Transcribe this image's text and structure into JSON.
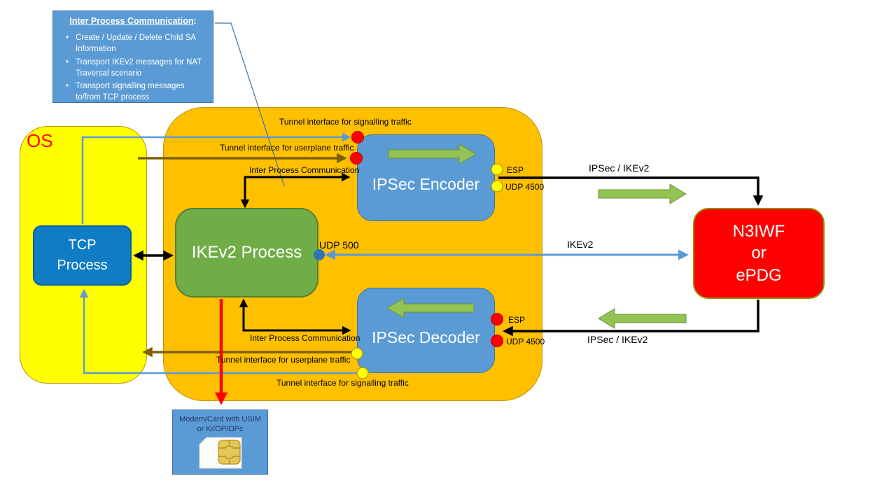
{
  "colors": {
    "orange_container": "#FFC000",
    "os_yellow": "#FFFF00",
    "panel_blue": "#5B9BD5",
    "tcp_blue": "#0F7CC4",
    "process_green": "#70AD47",
    "endpoint_red": "#FF0000",
    "flow_arrow_green": "#92C353",
    "tunnel_userplane_olive": "#7F6000",
    "tunnel_signalling_blue": "#5B9BD5",
    "connector_black": "#000000"
  },
  "callout": {
    "title": "Inter Process Communication",
    "title_colon": ":",
    "bullets": [
      "Create / Update / Delete  Child SA Information",
      "Transport IKEv2 messages for NAT Traversal scenario",
      "Transport signalling messages to/from TCP process"
    ]
  },
  "os": {
    "label": "OS"
  },
  "boxes": {
    "tcp": {
      "label": "TCP\nProcess"
    },
    "ikev2": {
      "label": "IKEv2 Process"
    },
    "encoder": {
      "label": "IPSec Encoder"
    },
    "decoder": {
      "label": "IPSec Decoder"
    },
    "n3iwf": {
      "label": "N3IWF\nor\nePDG"
    },
    "modem": {
      "label": "Modem/Card with USIM\nor Ki/OP/OPc"
    }
  },
  "labels": {
    "tunnel_signalling": "Tunnel interface for signalling traffic",
    "tunnel_userplane": "Tunnel interface for userplane traffic",
    "ipc": "Inter Process Communication",
    "udp500": "UDP 500",
    "ipsec_ikev2": "IPSec / IKEv2",
    "ikev2": "IKEv2",
    "esp": "ESP",
    "udp4500": "UDP 4500"
  }
}
